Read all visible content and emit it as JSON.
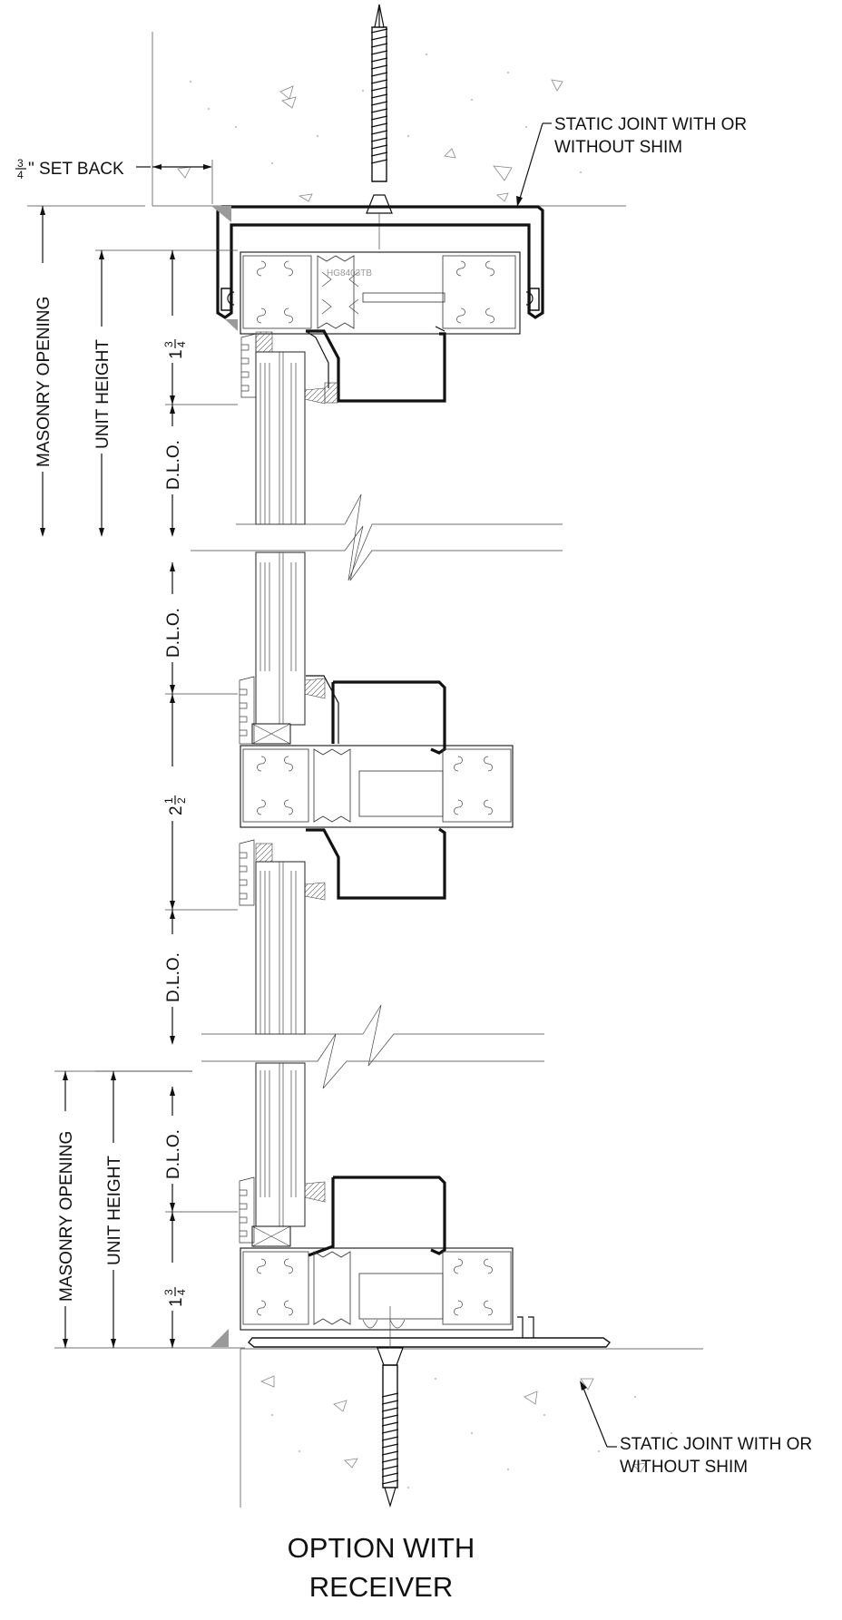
{
  "annotations": {
    "set_back_frac_num": "3",
    "set_back_frac_den": "4",
    "set_back_label": "\" SET BACK",
    "static_joint_top_line1": "STATIC JOINT WITH OR",
    "static_joint_top_line2": "WITHOUT SHIM",
    "static_joint_bottom_line1": "STATIC JOINT WITH OR",
    "static_joint_bottom_line2": "WITHOUT SHIM",
    "part_number": "HG8403TB"
  },
  "dimensions": {
    "masonry_opening_top": "MASONRY OPENING",
    "unit_height_top": "UNIT HEIGHT",
    "head_dim_whole": "1",
    "head_dim_num": "3",
    "head_dim_den": "4",
    "dlo_1": "D.L.O.",
    "dlo_2": "D.L.O.",
    "mullion_dim_whole": "2",
    "mullion_dim_num": "1",
    "mullion_dim_den": "2",
    "dlo_3": "D.L.O.",
    "dlo_4": "D.L.O.",
    "masonry_opening_bottom": "MASONRY OPENING",
    "unit_height_bottom": "UNIT HEIGHT",
    "sill_dim_whole": "1",
    "sill_dim_num": "3",
    "sill_dim_den": "4"
  },
  "title": {
    "line1": "OPTION WITH",
    "line2": "RECEIVER"
  }
}
